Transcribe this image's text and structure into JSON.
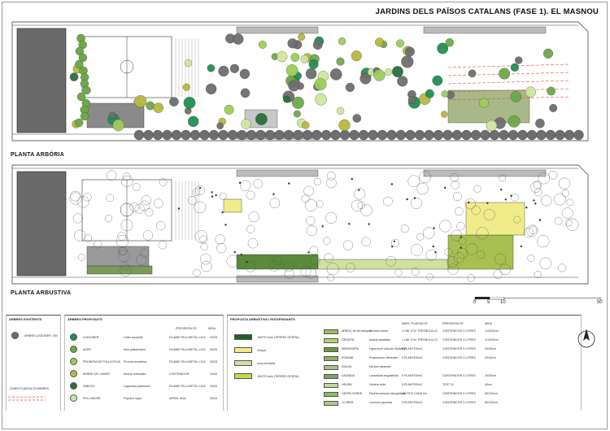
{
  "title": "JARDINS DELS PAÏSOS CATALANS (FASE 1). EL MASNOU",
  "plans": [
    {
      "label": "PLANTA ARBÒRIA"
    },
    {
      "label": "PLANTA ARBUSTIVA"
    }
  ],
  "scale_bar": {
    "ticks": [
      "0",
      "5",
      "10",
      "50"
    ]
  },
  "colors": {
    "existing_tree": "#6e6e6e",
    "lledoner": "#1f8f55",
    "acer": "#6fa84a",
    "pruna": "#9fcc5a",
    "tilia": "#b8b840",
    "ginkgo": "#2b6f3f",
    "light_green": "#cfe6a0",
    "dark_gray": "#555555",
    "yellow": "#f0ec8a",
    "dashed_red": "#e05050"
  },
  "legend": {
    "existing": {
      "heading": "ARBRES EXISTENTS",
      "items": [
        {
          "name": "ARBRE LLEDONER, OM"
        }
      ],
      "dashed_label": "LÍNIES PLANTACIÓ ARBRES"
    },
    "proposed": {
      "heading": "ARBRES PROPOSATS",
      "columns": [
        "PRESENTACIÓ",
        "MIDA"
      ],
      "items": [
        {
          "name": "LLEDONER",
          "latin": "Celtis australis",
          "pres": "FA AMB TELA METÀL·LICA",
          "size": "20/25"
        },
        {
          "name": "ACER",
          "latin": "Acer platanoides",
          "pres": "FA AMB TELA METÀL·LICA",
          "size": "20/25"
        },
        {
          "name": "PRUNERA DE FULLA ROJA",
          "latin": "Prunus cerasifera",
          "pres": "FA AMB TELA METÀL·LICA",
          "size": "20/25"
        },
        {
          "name": "ARBRE DE L'AMOR",
          "latin": "Acacia retinoides",
          "pres": "CONTENIDOR",
          "size": "14/16"
        },
        {
          "name": "GINKGO",
          "latin": "Lagunaria patersonii",
          "pres": "FA AMB TELA METÀL·LICA",
          "size": "20/25"
        },
        {
          "name": "POLLANCRE",
          "latin": "Populus nigra",
          "pres": "ARREL NUA",
          "size": "20/25"
        }
      ]
    },
    "shrubs": {
      "heading": "PROPOSTA ARBUSTIVA I ENTAPISSANTS",
      "columns": [
        "MARC PLANTACIÓ",
        "PRESENTACIÓ",
        "MIDA"
      ],
      "zones": [
        {
          "label": "JUNTS form (TERRES GERRA)"
        },
        {
          "label": "Gespa"
        },
        {
          "label": "Vora herbàcia"
        },
        {
          "label": "JUNTS form (TERRES GERRA)"
        }
      ],
      "items": [
        {
          "name": "ARBOÇ de les tanques",
          "latin": "Arbutus unedo",
          "spacing": "1 UNI 1/7m TRESBOLILLO",
          "pres": "CONTENIDOR 3 LITRES",
          "size": "1/15/30cm"
        },
        {
          "name": "GENISTA",
          "latin": "Acacia dealbata",
          "spacing": "1 UNI 1/7m TRESBOLILLO",
          "pres": "CONTENIDOR 3 LITRES",
          "size": "1/15/30cm"
        },
        {
          "name": "MIRASSERA",
          "latin": "Hypericum hidcote 'Butterfly'",
          "spacing": "5 PLANTES/m2",
          "pres": "CONTENIDOR 3 LITRES",
          "size": "20/30cm"
        },
        {
          "name": "ROMANÍ",
          "latin": "Rosmarinus officinalis",
          "spacing": "5 PLANTES/m2",
          "pres": "CONTENIDOR 3 LITRES",
          "size": "20/30cm"
        },
        {
          "name": "SALVIA",
          "latin": "Nerium oleander",
          "spacing": "",
          "pres": "",
          "size": ""
        },
        {
          "name": "LAVANDA",
          "latin": "Lavandula angustifolia",
          "spacing": "5 PLANTES/m2",
          "pres": "CONTENIDOR 3 LITRES",
          "size": "20/30cm"
        },
        {
          "name": "HEURA",
          "latin": "Hedera helix",
          "spacing": "5 PLANTES/m2",
          "pres": "TEST 11",
          "size": "40cm"
        },
        {
          "name": "GESPA VERDE",
          "latin": "Parthenocissus tricuspidata",
          "spacing": "UN FEIX CADA 2m",
          "pres": "CONTENIDOR 3 LITRES",
          "size": "80/100cm"
        },
        {
          "name": "LLORER",
          "latin": "Lonicera japonica",
          "spacing": "5 PLANTES/m2",
          "pres": "CONTENIDOR 3 LITRES",
          "size": "80/100cm"
        }
      ]
    }
  }
}
